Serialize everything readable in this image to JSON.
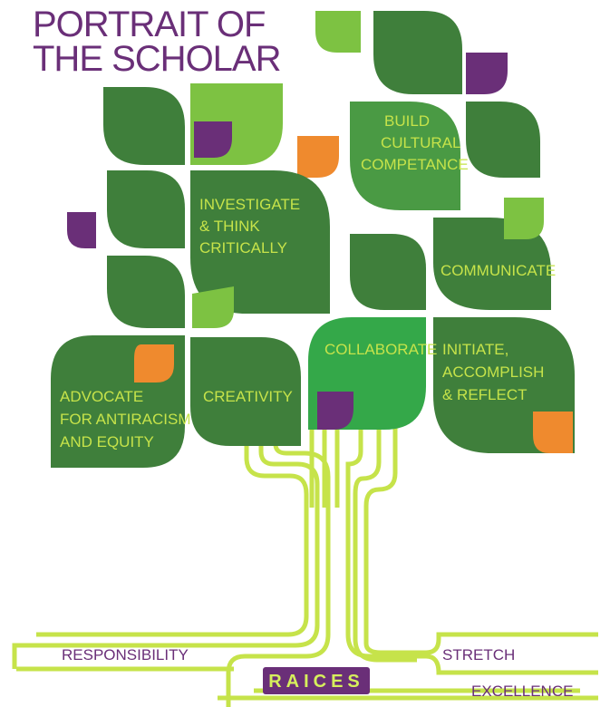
{
  "title": {
    "line1": "PORTRAIT OF",
    "line2": "THE SCHOLAR"
  },
  "competencies": {
    "build_cultural_competance": [
      "BUILD",
      "CULTURAL",
      "COMPETANCE"
    ],
    "investigate_think_critically": [
      "INVESTIGATE",
      "& THINK",
      "CRITICALLY"
    ],
    "communicate": [
      "COMMUNICATE"
    ],
    "collaborate": [
      "COLLABORATE"
    ],
    "initiate_accomplish_reflect": [
      "INITIATE,",
      "ACCOMPLISH",
      "& REFLECT"
    ],
    "advocate_for_antiracism": [
      "ADVOCATE",
      "FOR ANTIRACISM",
      "AND EQUITY"
    ],
    "creativity": [
      "CREATIVITY"
    ]
  },
  "roots": {
    "responsibility": "RESPONSIBILITY",
    "stretch": "STRETCH",
    "excellence": "EXCELLENCE",
    "raices": "RAICES"
  },
  "colors": {
    "dark_green": "#3f7f3b",
    "mid_green": "#4a9a44",
    "bright_green": "#34a849",
    "light_green": "#7dc242",
    "lime": "#c6e34a",
    "purple": "#6a2f78",
    "orange": "#ef8a2e"
  }
}
